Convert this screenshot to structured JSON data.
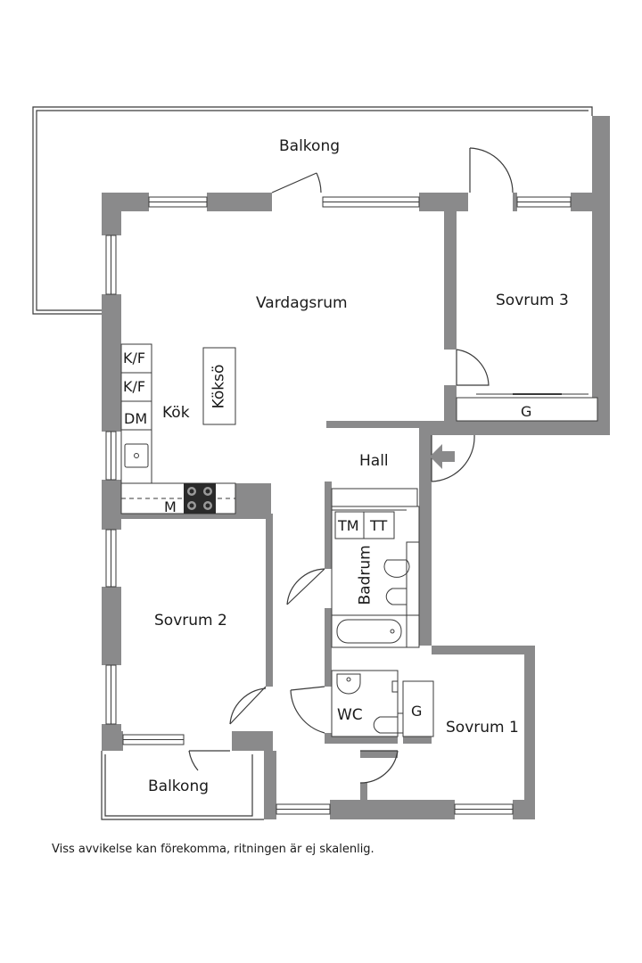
{
  "rooms": {
    "balkong_top": "Balkong",
    "vardagsrum": "Vardagsrum",
    "sovrum3": "Sovrum 3",
    "kok": "Kök",
    "kokso": "Köksö",
    "hall": "Hall",
    "badrum": "Badrum",
    "sovrum2": "Sovrum 2",
    "wc": "WC",
    "sovrum1": "Sovrum 1",
    "balkong_bottom": "Balkong"
  },
  "fixtures": {
    "kf1": "K/F",
    "kf2": "K/F",
    "dm": "DM",
    "m": "M",
    "tm": "TM",
    "tt": "TT",
    "g_sovrum3": "G",
    "g_sovrum1": "G"
  },
  "footnote": "Viss avvikelse kan förekomma, ritningen är ej skalenlig.",
  "colors": {
    "wall": "#8a8a8b",
    "line": "#3a3a3a",
    "background": "#ffffff"
  }
}
